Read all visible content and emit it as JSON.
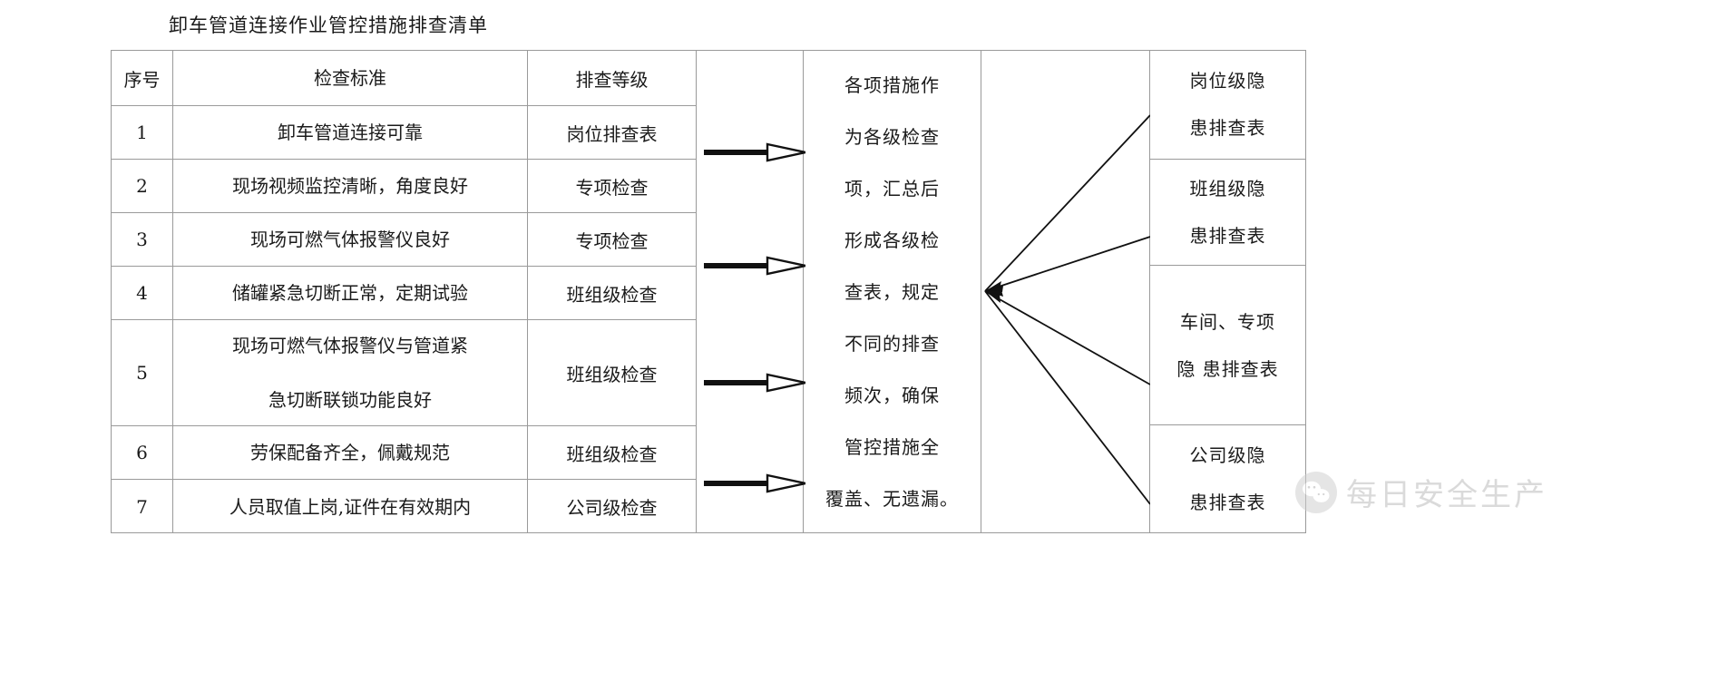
{
  "document": {
    "title": "卸车管道连接作业管控措施排查清单"
  },
  "checklist": {
    "headers": {
      "no": "序号",
      "standard": "检查标准",
      "level": "排查等级"
    },
    "rows": [
      {
        "no": "1",
        "standard_lines": [
          "卸车管道连接可靠"
        ],
        "level": "岗位排查表"
      },
      {
        "no": "2",
        "standard_lines": [
          "现场视频监控清晰，角度良好"
        ],
        "level": "专项检查"
      },
      {
        "no": "3",
        "standard_lines": [
          "现场可燃气体报警仪良好"
        ],
        "level": "专项检查"
      },
      {
        "no": "4",
        "standard_lines": [
          "储罐紧急切断正常，定期试验"
        ],
        "level": "班组级检查"
      },
      {
        "no": "5",
        "standard_lines": [
          "现场可燃气体报警仪与管道紧",
          "急切断联锁功能良好"
        ],
        "level": "班组级检查"
      },
      {
        "no": "6",
        "standard_lines": [
          "劳保配备齐全，佩戴规范"
        ],
        "level": "班组级检查"
      },
      {
        "no": "7",
        "standard_lines": [
          "人员取值上岗,证件在有效期内"
        ],
        "level": "公司级检查"
      }
    ]
  },
  "flow": {
    "arrow_icon_name": "right-arrow-open-head",
    "arrow_count": 4,
    "statement_lines": [
      "各项措施作",
      "为各级检查",
      "项，汇总后",
      "形成各级检",
      "查表，规定",
      "不同的排查",
      "频次，确保",
      "管控措施全",
      "覆盖、无遗漏。"
    ],
    "fan_icon_name": "converging-arrows"
  },
  "outputs": [
    {
      "lines": [
        "岗位级隐",
        "患排查表"
      ]
    },
    {
      "lines": [
        "班组级隐",
        "患排查表"
      ]
    },
    {
      "lines": [
        "车间、专项",
        "隐  患排查表"
      ]
    },
    {
      "lines": [
        "公司级隐",
        "患排查表"
      ]
    }
  ],
  "watermark": {
    "icon_name": "wechat-icon",
    "label": "每日安全生产"
  },
  "colors": {
    "border": "#9a9a9a",
    "text": "#1a1a1a",
    "watermark_text": "#b9b9b9",
    "page_background": "#ffffff"
  }
}
